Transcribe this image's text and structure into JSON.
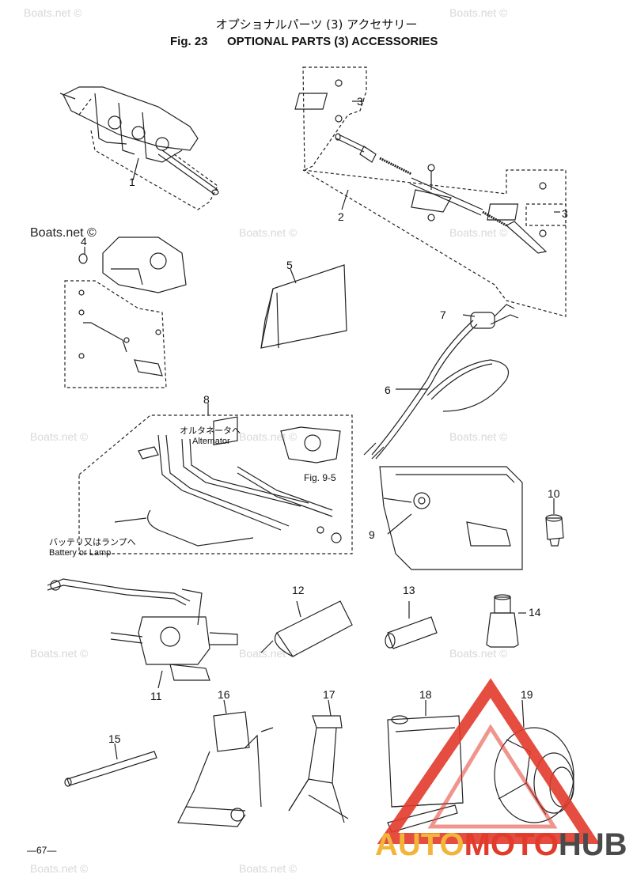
{
  "header": {
    "title_jp": "オプショナルパーツ (3) アクセサリー",
    "fig_label": "Fig. 23",
    "title_en": "OPTIONAL PARTS (3) ACCESSORIES"
  },
  "watermark": "Boats.net ©",
  "callouts": [
    "1",
    "2",
    "3",
    "3",
    "4",
    "5",
    "6",
    "7",
    "8",
    "9",
    "10",
    "11",
    "12",
    "13",
    "14",
    "15",
    "16",
    "17",
    "18",
    "19"
  ],
  "labels": {
    "alternator_jp": "オルタネータへ",
    "alternator_en": "Alternator",
    "fig_ref": "Fig. 9-5",
    "battery_jp": "バッテリ又はランプへ",
    "battery_en": "Battery or Lamp"
  },
  "footer": {
    "page": "—67—"
  },
  "logo": {
    "part1": "AUTO",
    "part2": "MOTO",
    "part3": "HUB",
    "colors": {
      "orange": "#f3b43a",
      "red": "#e23a2b",
      "gray": "#4a4a4a"
    }
  }
}
